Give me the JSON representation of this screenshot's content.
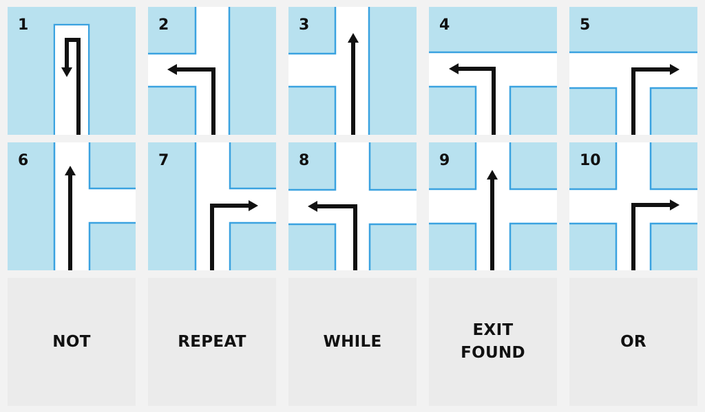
{
  "colors": {
    "block_fill": "#b8e1ef",
    "block_edge": "#3aa2e0",
    "path": "#ffffff",
    "arrow": "#111111",
    "card_fill": "#ebebeb",
    "background": "#f2f2f2"
  },
  "tiles": [
    {
      "number": "1",
      "move": "dead-end-turn-back"
    },
    {
      "number": "2",
      "move": "turn-left"
    },
    {
      "number": "3",
      "move": "straight"
    },
    {
      "number": "4",
      "move": "turn-left"
    },
    {
      "number": "5",
      "move": "turn-right"
    },
    {
      "number": "6",
      "move": "straight"
    },
    {
      "number": "7",
      "move": "turn-right"
    },
    {
      "number": "8",
      "move": "turn-left"
    },
    {
      "number": "9",
      "move": "straight"
    },
    {
      "number": "10",
      "move": "turn-right"
    }
  ],
  "cards": [
    {
      "label": "NOT"
    },
    {
      "label": "REPEAT"
    },
    {
      "label": "WHILE"
    },
    {
      "label": "EXIT\nFOUND"
    },
    {
      "label": "OR"
    }
  ]
}
